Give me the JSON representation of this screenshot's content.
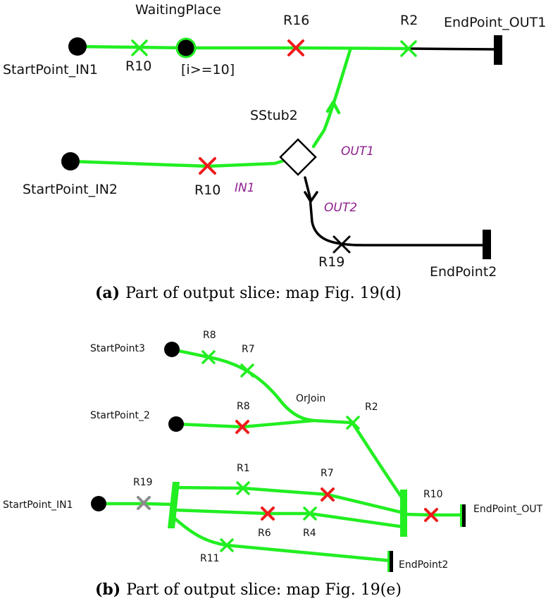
{
  "map_a": {
    "labels": {
      "waiting_place": "WaitingPlace",
      "start_in1": "StartPoint_IN1",
      "r10_top": "R10",
      "guard": "[i>=10]",
      "r16": "R16",
      "r2": "R2",
      "end_out1": "EndPoint_OUT1",
      "sstub": "SStub2",
      "out1": "OUT1",
      "start_in2": "StartPoint_IN2",
      "r10_bottom": "R10",
      "in1": "IN1",
      "out2": "OUT2",
      "r19": "R19",
      "end2": "EndPoint2"
    },
    "caption": {
      "tag": "(a)",
      "text": "Part of output slice: map Fig. 19(d)"
    }
  },
  "map_b": {
    "labels": {
      "r8_top": "R8",
      "start3": "StartPoint3",
      "r7_top": "R7",
      "orjoin": "OrJoin",
      "start_2": "StartPoint_2",
      "r8_mid": "R8",
      "r2": "R2",
      "r1": "R1",
      "r19": "R19",
      "r7_mid": "R7",
      "r10": "R10",
      "start_in1": "StartPoint_IN1",
      "end_out": "EndPoint_OUT",
      "r6": "R6",
      "r4": "R4",
      "r11": "R11",
      "end2": "EndPoint2"
    },
    "caption": {
      "tag": "(b)",
      "text": "Part of output slice: map Fig. 19(e)"
    }
  },
  "colors": {
    "path_green": "#22ee22",
    "path_black": "#000000",
    "marker_red": "#ee1c1c",
    "marker_grey": "#8c8c8c",
    "stub_label_purple": "#8e1f8e"
  }
}
